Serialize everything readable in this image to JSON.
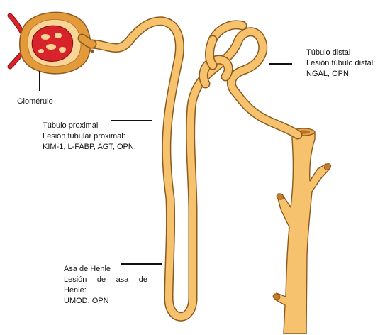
{
  "colors": {
    "tubule_fill": "#F7C26E",
    "tubule_edge": "#8A5A1E",
    "capsule_fill": "#E39A3A",
    "glomerulus_red": "#D8232A",
    "leader_line": "#111111"
  },
  "labels": {
    "glomerulo": {
      "text": "Glomérulo"
    },
    "proximal": {
      "title": "Túbulo proximal",
      "injury": "Lesión tubular proximal:",
      "biomarkers": "KIM-1, L-FABP, AGT, OPN,"
    },
    "distal": {
      "title": "Túbulo distal",
      "injury": "Lesión túbulo distal:",
      "biomarkers": "NGAL, OPN"
    },
    "henle": {
      "title": "Asa de Henle",
      "injury_line1": "Lesión de asa de",
      "injury_line2": "Henle:",
      "biomarkers": "UMOD, OPN"
    }
  }
}
